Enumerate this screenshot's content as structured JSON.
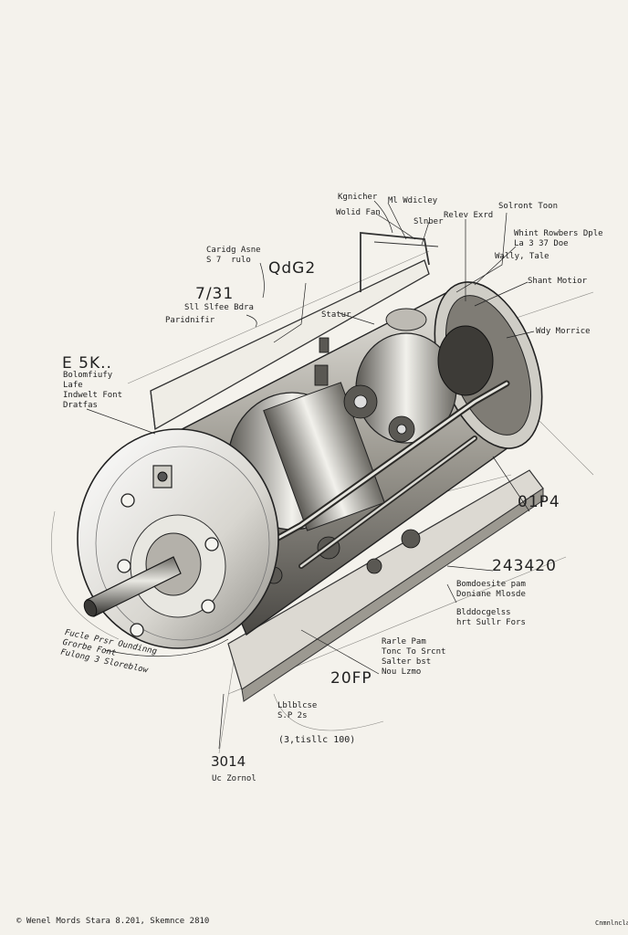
{
  "labels": {
    "l1": "Kgnicher",
    "l2": "Ml Wdicley",
    "l3": "Wolid Fan",
    "l4": "Slnber",
    "l5": "Relev Exrd",
    "l6": "Solront Toon",
    "l7": "Whint Rowbers Dple\nLa 3 37 Doe",
    "l8": "Wally, Tale",
    "l9": "Shant Motior",
    "l10": "Wdy Morrice",
    "l11": "Caridg Asne\nS 7  rulo",
    "l12": "QdG2",
    "l13": "7/31",
    "l14": "Sll Slfee Bdra",
    "l15": "Paridnifir",
    "l16": "Statur",
    "l17": "E 5K..",
    "l18": "Bolomfiufy\nLafe\nIndwelt Font\nDratfas",
    "l19": "01P4",
    "l20": "243420",
    "l21": "Bomdoesite pam\nDoniane Mlosde",
    "l22": "Blddocgelss\nhrt Sullr Fors",
    "l23": "Rarle Pam\nTonc To Srcnt\nSalter bst\nNou Lzmo",
    "l24": "20FP",
    "l25": "Fucle Prsr Oundinng\nGrorbe Font\nFulong 3 Sloreblow",
    "l26": "Lblblcse\nS.P 2s",
    "l27": "(3,tisllc 100)",
    "l28": "3014",
    "l29": "Uc Zornol",
    "footer_left": "©   Wenel Mords  Stara 8.201, Skemnce 2810",
    "footer_right": "Cnmnlnclas"
  }
}
